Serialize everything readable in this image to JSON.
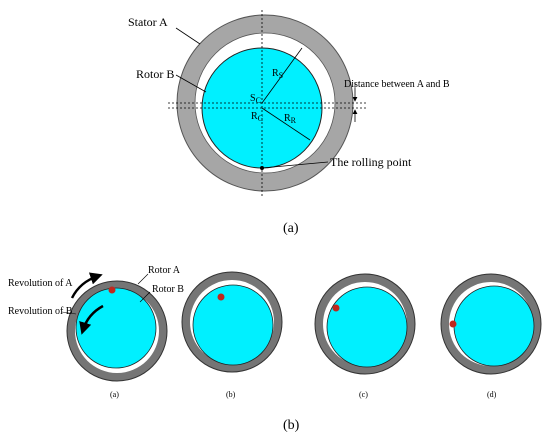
{
  "figure_a": {
    "caption": "(a)",
    "labels": {
      "stator": "Stator A",
      "rotor": "Rotor B",
      "distance": "Distance between A and B",
      "rolling_point": "The rolling point",
      "rs_main": "R",
      "rs_sub": "S",
      "rr_main": "R",
      "rr_sub": "R",
      "center_s_main": "S",
      "center_s_sub": "C",
      "center_r_main": "R",
      "center_r_sub": "C"
    },
    "colors": {
      "stator": "#a6a6a6",
      "rotor": "#00f0ff",
      "point": "#000000"
    }
  },
  "figure_b": {
    "caption": "(b)",
    "labels": {
      "revolution_a": "Revolution of A",
      "revolution_b": "Revolution of B",
      "rotor_a": "Rotor A",
      "rotor_b": "Rotor B"
    },
    "panels": [
      "(a)",
      "(b)",
      "(c)",
      "(d)"
    ],
    "colors": {
      "ring": "#757575",
      "rotor": "#00f0ff",
      "marker": "#c0281e"
    }
  }
}
